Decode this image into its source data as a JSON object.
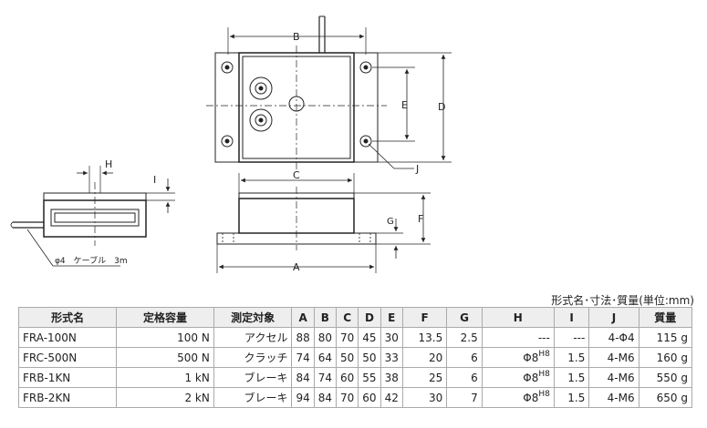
{
  "drawing": {
    "labels": {
      "A": "A",
      "B": "B",
      "C": "C",
      "D": "D",
      "E": "E",
      "F": "F",
      "G": "G",
      "H": "H",
      "I": "I",
      "J": "J"
    },
    "cable_note": "φ4　ケーブル　3m"
  },
  "caption": "形式名･寸法･質量(単位:mm)",
  "table": {
    "headers": [
      "形式名",
      "定格容量",
      "測定対象",
      "A",
      "B",
      "C",
      "D",
      "E",
      "F",
      "G",
      "H",
      "I",
      "J",
      "質量"
    ],
    "rows": [
      {
        "model": "FRA-100N",
        "capacity": "100 N",
        "target": "アクセル",
        "A": "88",
        "B": "80",
        "C": "70",
        "D": "45",
        "E": "30",
        "F": "13.5",
        "G": "2.5",
        "H": "---",
        "I": "---",
        "J": "4-Φ4",
        "mass": "115 g"
      },
      {
        "model": "FRC-500N",
        "capacity": "500 N",
        "target": "クラッチ",
        "A": "74",
        "B": "64",
        "C": "50",
        "D": "50",
        "E": "33",
        "F": "20",
        "G": "6",
        "H": "Φ8",
        "H_sup": "H8",
        "I": "1.5",
        "J": "4-M6",
        "mass": "160 g"
      },
      {
        "model": "FRB-1KN",
        "capacity": "1 kN",
        "target": "ブレーキ",
        "A": "84",
        "B": "74",
        "C": "60",
        "D": "55",
        "E": "38",
        "F": "25",
        "G": "6",
        "H": "Φ8",
        "H_sup": "H8",
        "I": "1.5",
        "J": "4-M6",
        "mass": "550 g"
      },
      {
        "model": "FRB-2KN",
        "capacity": "2 kN",
        "target": "ブレーキ",
        "A": "94",
        "B": "84",
        "C": "70",
        "D": "60",
        "E": "42",
        "F": "30",
        "G": "7",
        "H": "Φ8",
        "H_sup": "H8",
        "I": "1.5",
        "J": "4-M6",
        "mass": "650 g"
      }
    ]
  }
}
